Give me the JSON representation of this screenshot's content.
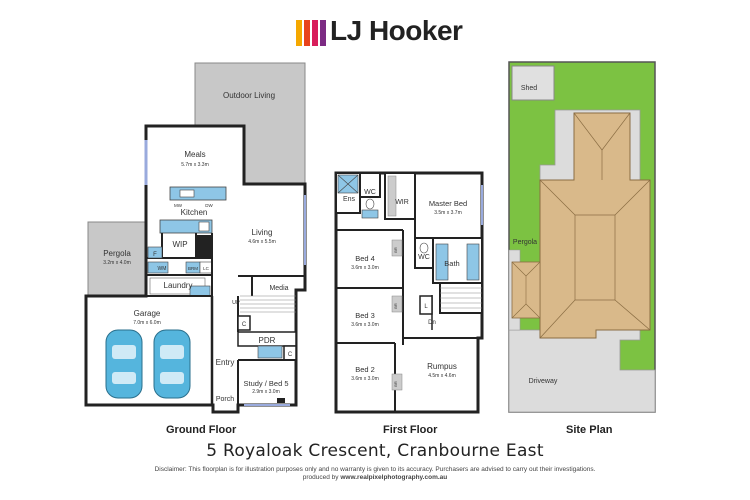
{
  "brand": {
    "name": "LJ Hooker",
    "colors": [
      "#f5a800",
      "#e8431c",
      "#d81e5b",
      "#7c2b83"
    ]
  },
  "ground_floor": {
    "caption": "Ground Floor",
    "rooms": {
      "outdoor": "Outdoor Living",
      "meals": "Meals",
      "meals_dim": "5.7m x 3.3m",
      "kitchen": "Kitchen",
      "mw": "MW",
      "dw": "DW",
      "wip": "WIP",
      "living": "Living",
      "living_dim": "4.6m x 5.5m",
      "pergola": "Pergola",
      "pergola_dim": "3.2m x 4.0m",
      "f": "F",
      "wm": "WM",
      "brm": "BRM",
      "lc": "LC",
      "laundry": "Laundry",
      "media": "Media",
      "up": "UP",
      "garage": "Garage",
      "garage_dim": "7.0m x 6.0m",
      "c1": "C",
      "c2": "C",
      "pdr": "PDR",
      "entry": "Entry",
      "study": "Study / Bed 5",
      "study_dim": "2.9m x 3.0m",
      "porch": "Porch"
    }
  },
  "first_floor": {
    "caption": "First Floor",
    "rooms": {
      "ens": "Ens",
      "wc1": "WC",
      "wir": "WIR",
      "master": "Master Bed",
      "master_dim": "3.5m x 3.7m",
      "bed4": "Bed 4",
      "bed4_dim": "3.6m x 3.0m",
      "wc2": "WC",
      "bath": "Bath",
      "bed3": "Bed 3",
      "bed3_dim": "3.6m x 3.0m",
      "l": "L",
      "dn": "Dn",
      "bed2": "Bed 2",
      "bed2_dim": "3.6m x 3.0m",
      "rumpus": "Rumpus",
      "rumpus_dim": "4.5m x 4.6m",
      "br1": "BR",
      "br2": "BR",
      "br3": "BR"
    }
  },
  "site_plan": {
    "caption": "Site Plan",
    "labels": {
      "shed": "Shed",
      "pergola": "Pergola",
      "driveway": "Driveway"
    },
    "colors": {
      "lawn": "#7cc242",
      "roof": "#d9b98a",
      "paving": "#dcdcdc"
    }
  },
  "address": "5 Royaloak Crescent, Cranbourne East",
  "disclaimer": {
    "line1": "Disclaimer: This floorplan is for illustration purposes only and no warranty is given to its accuracy. Purchasers are advised to carry out their investigations.",
    "produced_by": "produced by",
    "url": "www.realpixelphotography.com.au"
  }
}
